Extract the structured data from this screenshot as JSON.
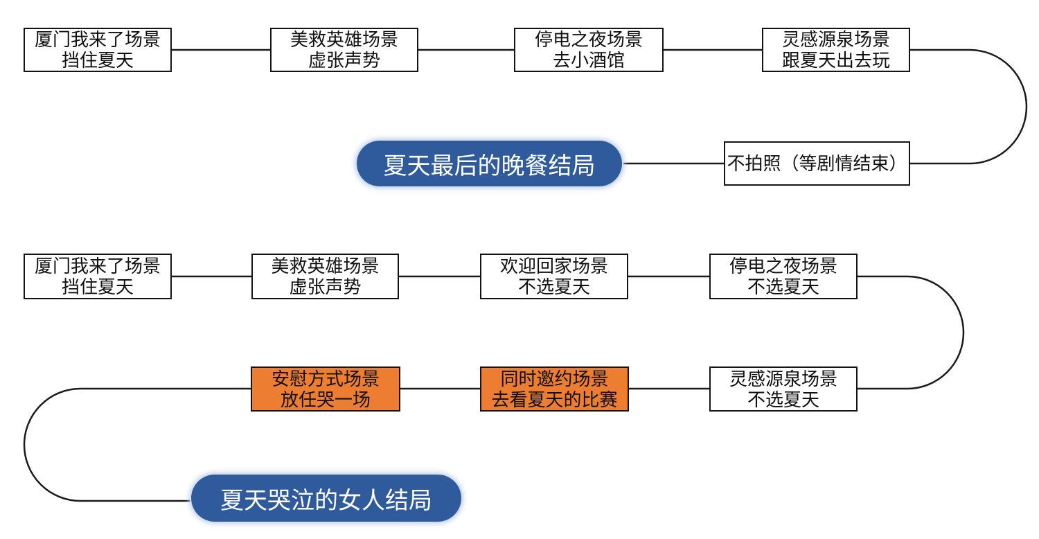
{
  "diagram": {
    "title": "story-branch-flowchart",
    "colors": {
      "box_background": "#FFFFFF",
      "box_border": "#141414",
      "highlight_fill": "#ED7D31",
      "ending_fill": "#2F5B9D",
      "ending_text": "#FFFFFF",
      "connector": "#1A1A1A"
    },
    "flow1": {
      "nodes": [
        {
          "lines": [
            "厦门我来了场景",
            "挡住夏天"
          ]
        },
        {
          "lines": [
            "美救英雄场景",
            "虚张声势"
          ]
        },
        {
          "lines": [
            "停电之夜场景",
            "去小酒馆"
          ]
        },
        {
          "lines": [
            "灵感源泉场景",
            "跟夏天出去玩"
          ]
        },
        {
          "lines": [
            "不拍照（等剧情结束）"
          ]
        }
      ],
      "ending_label": "夏天最后的晚餐结局"
    },
    "flow2": {
      "nodes": [
        {
          "lines": [
            "厦门我来了场景",
            "挡住夏天"
          ]
        },
        {
          "lines": [
            "美救英雄场景",
            "虚张声势"
          ]
        },
        {
          "lines": [
            "欢迎回家场景",
            "不选夏天"
          ]
        },
        {
          "lines": [
            "停电之夜场景",
            "不选夏天"
          ]
        },
        {
          "lines": [
            "灵感源泉场景",
            "不选夏天"
          ]
        },
        {
          "lines": [
            "同时邀约场景",
            "去看夏天的比赛"
          ]
        },
        {
          "lines": [
            "安慰方式场景",
            "放任哭一场"
          ]
        }
      ],
      "ending_label": "夏天哭泣的女人结局"
    }
  }
}
